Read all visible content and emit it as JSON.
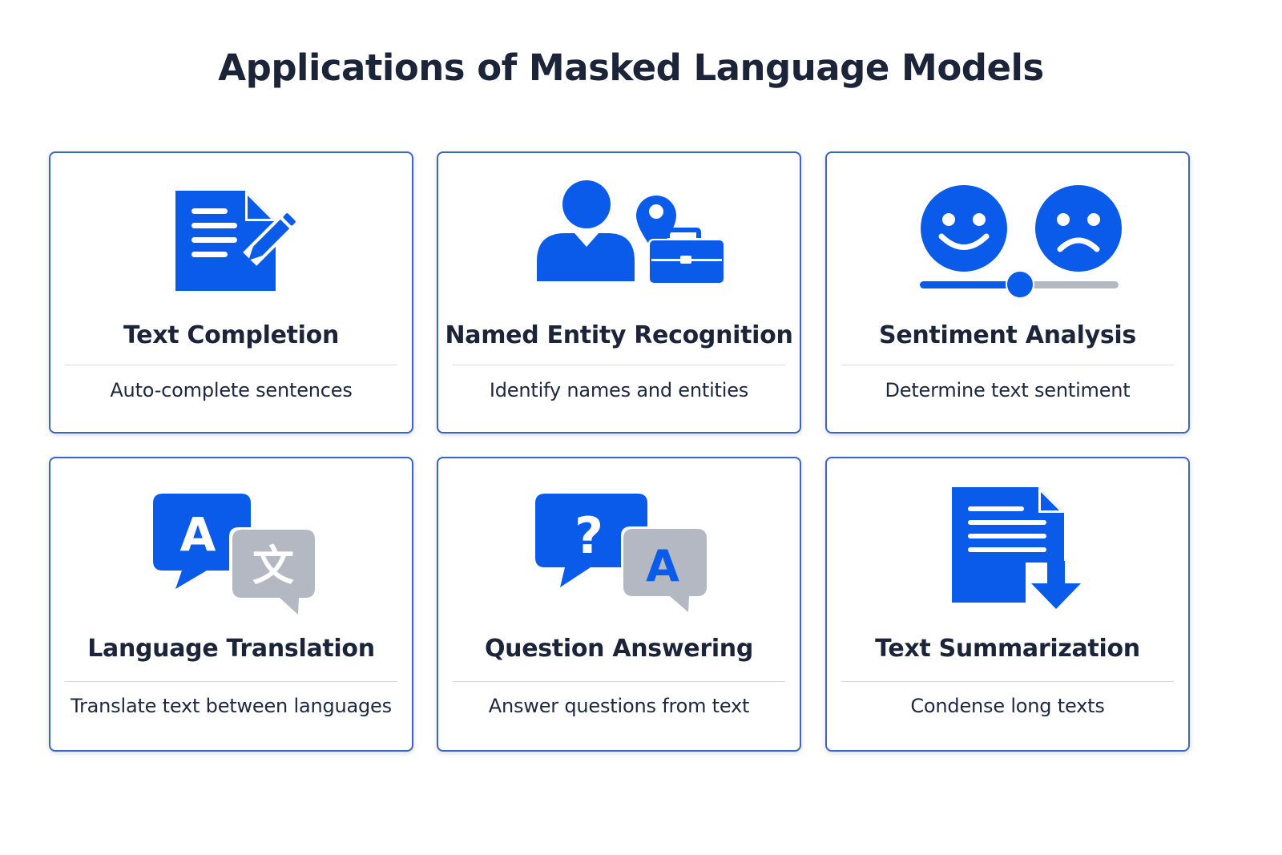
{
  "title": "Applications of Masked Language Models",
  "colors": {
    "accent": "#0b5bea",
    "gray": "#b4b8c2",
    "border": "#3c63c8",
    "text": "#1b2438"
  },
  "cards": [
    {
      "title": "Text Completion",
      "description": "Auto-complete sentences",
      "icon": "document-pencil-icon"
    },
    {
      "title": "Named Entity Recognition",
      "description": "Identify names and entities",
      "icon": "person-location-briefcase-icon"
    },
    {
      "title": "Sentiment Analysis",
      "description": "Determine text sentiment",
      "icon": "happy-sad-slider-icon"
    },
    {
      "title": "Language Translation",
      "description": "Translate text between languages",
      "icon": "translate-bubbles-icon",
      "icon_text": {
        "source_glyph": "A",
        "target_glyph": "文"
      }
    },
    {
      "title": "Question Answering",
      "description": "Answer questions from text",
      "icon": "question-answer-bubbles-icon",
      "icon_text": {
        "question_glyph": "?",
        "answer_glyph": "A"
      }
    },
    {
      "title": "Text Summarization",
      "description": "Condense long texts",
      "icon": "document-download-icon"
    }
  ]
}
